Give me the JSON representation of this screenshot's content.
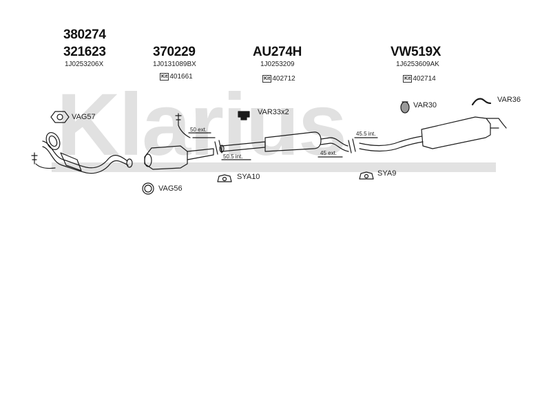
{
  "watermark": "Klarius",
  "parts": {
    "p1a": "380274",
    "p1b": "321623",
    "p1_oem": "1J0253206X",
    "p2": "370229",
    "p2_oem": "1J0131089BX",
    "p2_kit": "401661",
    "p3": "AU274H",
    "p3_oem": "1J0253209",
    "p3_kit": "402712",
    "p4": "VW519X",
    "p4_oem": "1J6253609AK",
    "p4_kit": "402714"
  },
  "kit_label": "Kit",
  "accessories": {
    "vag57": "VAG57",
    "vag56": "VAG56",
    "var33": "VAR33x2",
    "var30": "VAR30",
    "var36": "VAR36",
    "sya10": "SYA10",
    "sya9": "SYA9"
  },
  "dimensions": {
    "d1": "50 ext.",
    "d2": "50.5 int.",
    "d3": "45.5 int.",
    "d4": "45 ext."
  }
}
